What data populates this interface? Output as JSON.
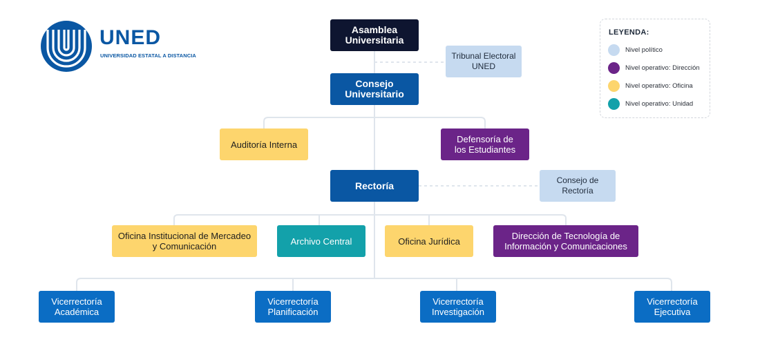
{
  "logo": {
    "title": "UNED",
    "subtitle": "UNIVERSIDAD ESTATAL A DISTANCIA",
    "color": "#0a57a3"
  },
  "legend": {
    "title": "LEYENDA:",
    "items": [
      {
        "label": "Nivel político",
        "color": "#c6daf0"
      },
      {
        "label": "Nivel operativo: Dirección",
        "color": "#6b2488"
      },
      {
        "label": "Nivel operativo: Oficina",
        "color": "#fdd56d"
      },
      {
        "label": "Nivel operativo: Unidad",
        "color": "#13a1aa"
      }
    ]
  },
  "nodes": {
    "asamblea": "Asamblea\nUniversitaria",
    "tribunal": "Tribunal Electoral\nUNED",
    "consejo_universitario": "Consejo\nUniversitario",
    "auditoria": "Auditoría Interna",
    "defensoria": "Defensoría de\nlos Estudiantes",
    "rectoria": "Rectoría",
    "consejo_rectoria": "Consejo de\nRectoría",
    "oficina_mercadeo": "Oficina Institucional de Mercadeo\ny Comunicación",
    "archivo": "Archivo Central",
    "juridica": "Oficina Jurídica",
    "tecnologia": "Dirección de Tecnología de\nInformación y Comunicaciones",
    "vic_academica": "Vicerrectoría\nAcadémica",
    "vic_planificacion": "Vicerrectoría\nPlanificación",
    "vic_investigacion": "Vicerrectoría\nInvestigación",
    "vic_ejecutiva": "Vicerrectoría\nEjecutiva"
  }
}
